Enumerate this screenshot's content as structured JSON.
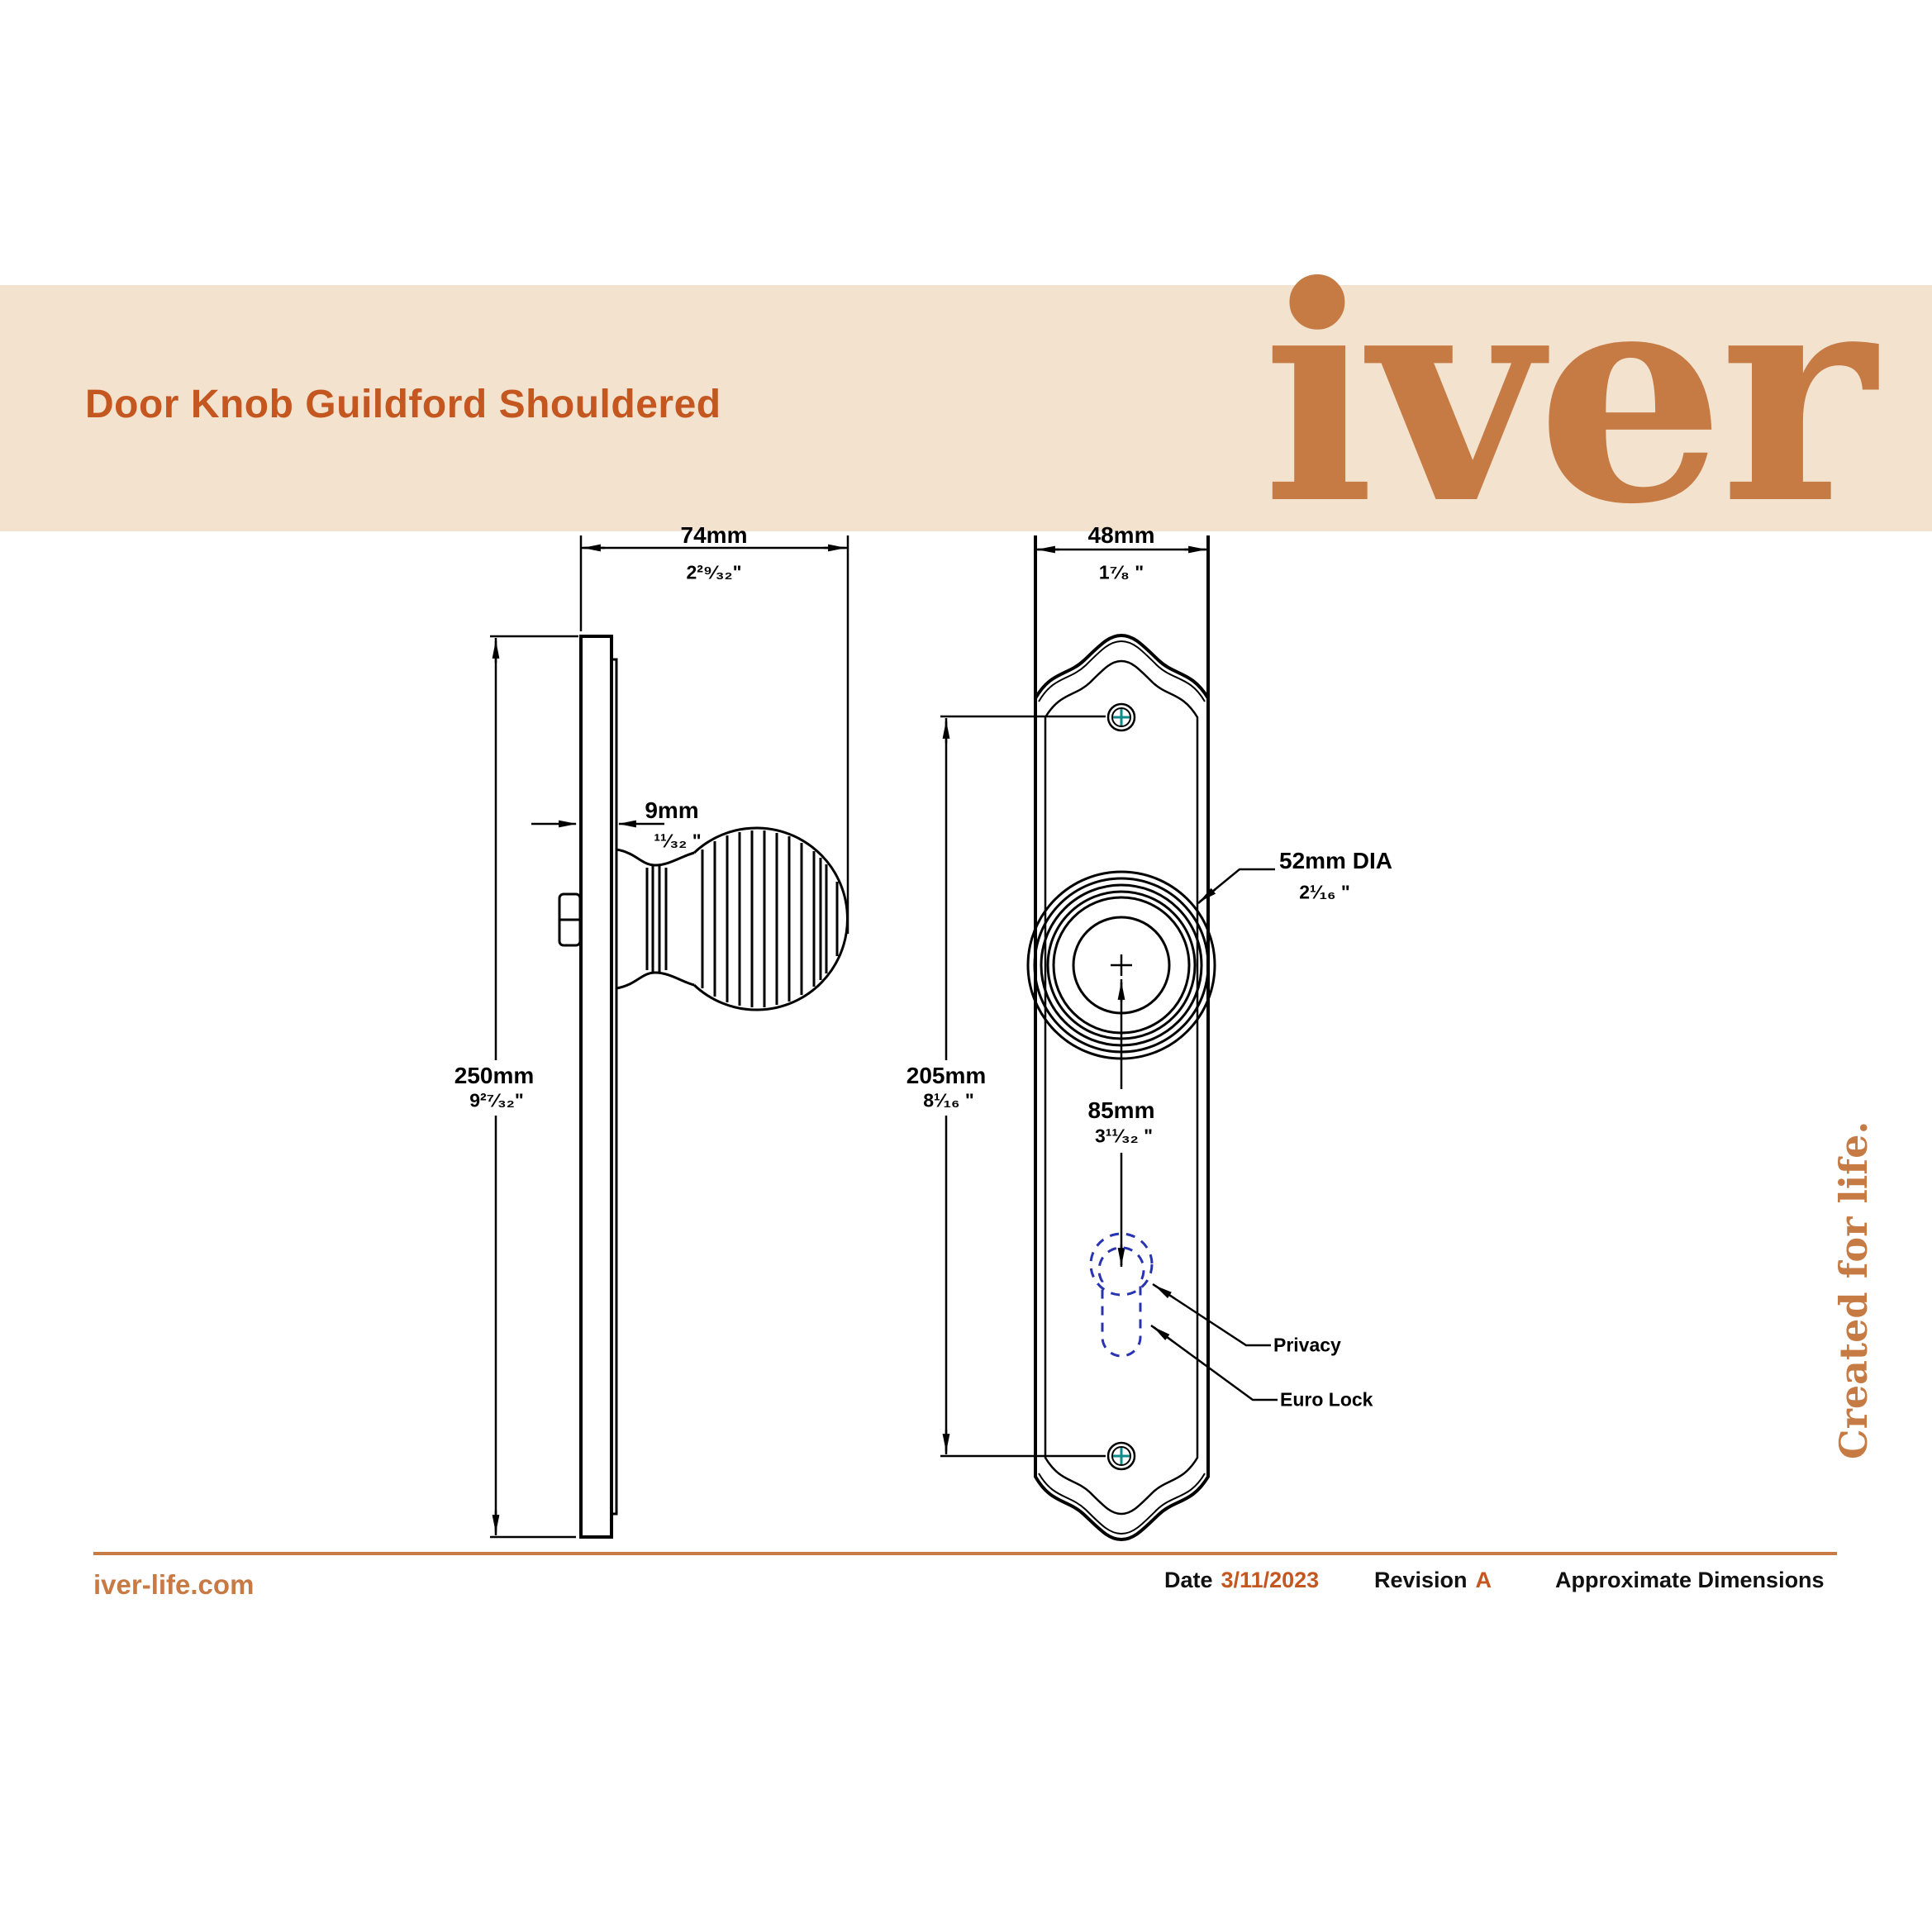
{
  "header": {
    "title": "Door Knob Guildford Shouldered",
    "logo": "iver"
  },
  "tagline": "Created for life.",
  "dims": {
    "side_width": {
      "mm": "74mm",
      "in": "2²⁹⁄₃₂\""
    },
    "plate_height": {
      "mm": "250mm",
      "in": "9²⁷⁄₃₂\""
    },
    "plate_thickness": {
      "mm": "9mm",
      "in": "¹¹⁄₃₂ \""
    },
    "plate_width": {
      "mm": "48mm",
      "in": "1⁷⁄₈ \""
    },
    "screw_centres": {
      "mm": "205mm",
      "in": "8¹⁄₁₆ \""
    },
    "knob_to_keyhole": {
      "mm": "85mm",
      "in": "3¹¹⁄₃₂ \""
    },
    "knob_diameter": {
      "mm": "52mm DIA",
      "in": "2¹⁄₁₆ \""
    }
  },
  "callouts": {
    "privacy": "Privacy",
    "euro_lock": "Euro Lock"
  },
  "footer": {
    "website": "iver-life.com",
    "date_label": "Date",
    "date_value": "3/11/2023",
    "revision_label": "Revision",
    "revision_value": "A",
    "note": "Approximate Dimensions"
  },
  "colors": {
    "band": "#F3E2CE",
    "accent_dark": "#C4571F",
    "accent_light": "#C67B44",
    "line": "#000000",
    "keyhole_blue": "#2833B0",
    "screw_teal": "#0F8B8B"
  }
}
